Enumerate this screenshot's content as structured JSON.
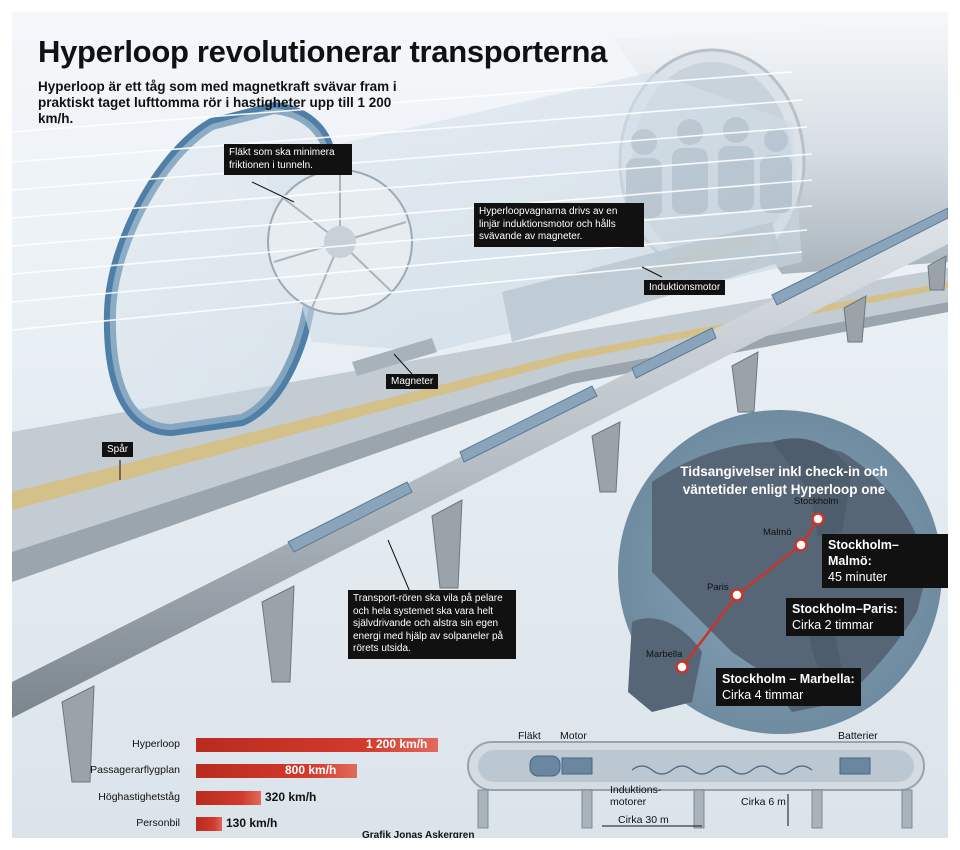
{
  "title": "Hyperloop revolutionerar transporterna",
  "intro": "Hyperloop är ett tåg som med magnetkraft svävar fram i praktiskt taget lufttomma rör i hastigheter upp till  1 200 km/h.",
  "callouts": {
    "fan": "Fläkt som ska minimera friktionen i tunneln.",
    "pods": "Hyperloopvagnarna drivs av en linjär induktionsmotor och hålls svävande av magneter.",
    "induction": "Induktionsmotor",
    "magnets": "Magneter",
    "track": "Spår",
    "pillars": "Transport-rören ska vila på pelare och hela systemet ska vara helt självdrivande och alstra sin egen energi med hjälp av solpaneler på rörets utsida."
  },
  "map": {
    "heading_line1": "Tidsangivelser inkl check-in och",
    "heading_line2": "väntetider enligt Hyperloop one",
    "cities": [
      "Stockholm",
      "Malmö",
      "Paris",
      "Marbella"
    ],
    "routes": [
      {
        "name": "Stockholm–Malmö:",
        "time": "45 minuter"
      },
      {
        "name": "Stockholm–Paris:",
        "time": "Cirka 2 timmar"
      },
      {
        "name": "Stockholm – Marbella:",
        "time": "Cirka 4 timmar"
      }
    ]
  },
  "speed_comparison": [
    {
      "label": "Hyperloop",
      "value": "1 200 km/h",
      "kmh": 1200
    },
    {
      "label": "Passagerarflygplan",
      "value": "800  km/h",
      "kmh": 800
    },
    {
      "label": "Höghastighetståg",
      "value": "320  km/h",
      "kmh": 320
    },
    {
      "label": "Personbil",
      "value": "130  km/h",
      "kmh": 130
    }
  ],
  "credit": "Grafik Jonas Askergren",
  "diagram": {
    "fan": "Fläkt",
    "motor": "Motor",
    "batteries": "Batterier",
    "induction_motors_line1": "Induktions-",
    "induction_motors_line2": "motorer",
    "length": "Cirka 30 m",
    "height": "Cirka 6 m"
  },
  "colors": {
    "accent_red": "#c8352a",
    "map_sea": "#7f9bb0",
    "map_land": "#556573",
    "dark": "#111111"
  }
}
